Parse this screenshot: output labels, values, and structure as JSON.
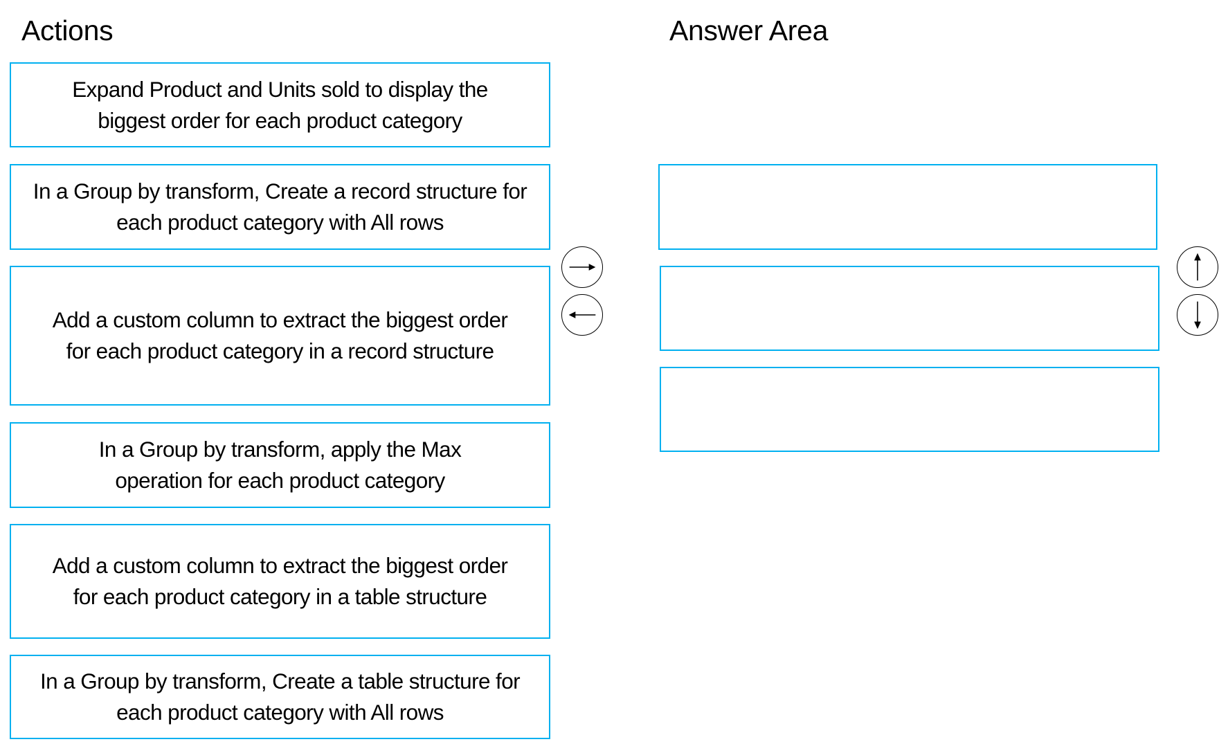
{
  "actions": {
    "title": "Actions",
    "items": [
      {
        "label": "Expand Product and Units sold to display the biggest order for each product category"
      },
      {
        "label": "In a Group by transform, Create a record structure for each product category with All rows"
      },
      {
        "label": "Add a custom column to extract the biggest order for each product category in a record structure"
      },
      {
        "label": "In a Group by transform, apply the Max operation for each product category"
      },
      {
        "label": "Add a custom column to extract the biggest order for each product category in a table structure"
      },
      {
        "label": "In a Group by transform, Create a table structure for each product category with All rows"
      }
    ]
  },
  "answer_area": {
    "title": "Answer Area",
    "slots": [
      {
        "label": ""
      },
      {
        "label": ""
      },
      {
        "label": ""
      }
    ]
  },
  "controls": {
    "move_right_icon": "arrow-right-icon",
    "move_left_icon": "arrow-left-icon",
    "move_up_icon": "arrow-up-icon",
    "move_down_icon": "arrow-down-icon"
  },
  "colors": {
    "box_border": "#00B0F0",
    "text": "#000000",
    "background": "#FFFFFF"
  }
}
